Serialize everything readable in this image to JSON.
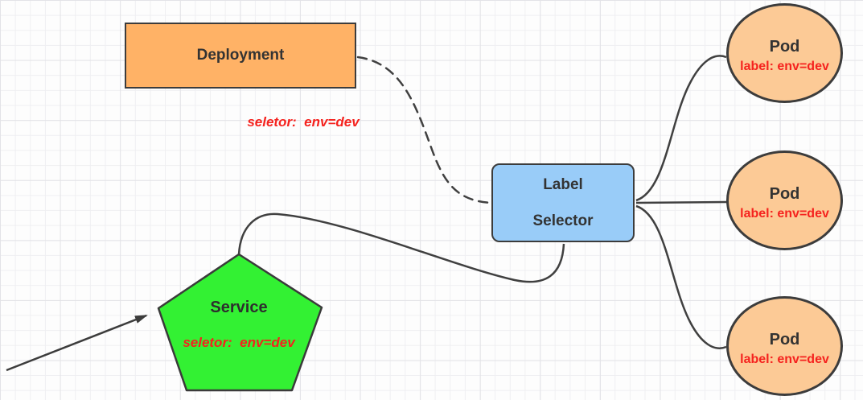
{
  "diagram": {
    "nodes": {
      "deployment": {
        "label": "Deployment",
        "shape": "rectangle",
        "fill": "#FFB266"
      },
      "label_selector": {
        "line1": "Label",
        "line2": "Selector",
        "shape": "rounded-rectangle",
        "fill": "#99CCF8"
      },
      "service": {
        "label": "Service",
        "selector_text": "seletor:  env=dev",
        "shape": "pentagon",
        "fill": "#33F133"
      },
      "pods": [
        {
          "title": "Pod",
          "label": "label: env=dev",
          "shape": "ellipse",
          "fill": "#FCCA96"
        },
        {
          "title": "Pod",
          "label": "label: env=dev",
          "shape": "ellipse",
          "fill": "#FCCA96"
        },
        {
          "title": "Pod",
          "label": "label: env=dev",
          "shape": "ellipse",
          "fill": "#FCCA96"
        }
      ]
    },
    "annotations": {
      "deployment_selector": "seletor:  env=dev"
    },
    "edges": [
      {
        "from": "deployment",
        "to": "label_selector",
        "style": "dashed"
      },
      {
        "from": "service",
        "to": "label_selector",
        "style": "solid"
      },
      {
        "from": "label_selector",
        "to": "pod-1",
        "style": "solid"
      },
      {
        "from": "label_selector",
        "to": "pod-2",
        "style": "solid"
      },
      {
        "from": "label_selector",
        "to": "pod-3",
        "style": "solid"
      },
      {
        "from": "outside",
        "to": "service",
        "style": "solid-arrow"
      }
    ],
    "colors": {
      "node_border": "#3C3C3C",
      "edge_stroke": "#404040",
      "title_text": "#333333",
      "red_label": "#F5221E",
      "grid_minor": "#efeff2",
      "grid_major": "#e3e3e7",
      "background": "#fdfdfd"
    }
  }
}
